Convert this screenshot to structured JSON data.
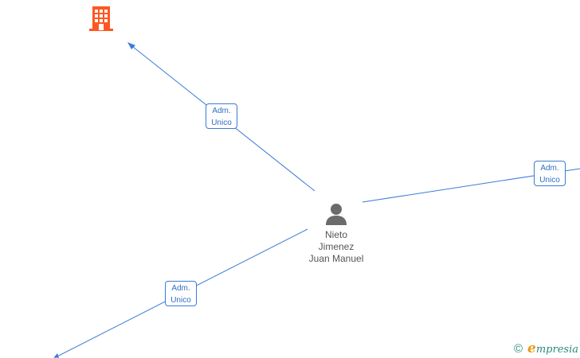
{
  "graph": {
    "center_person": {
      "name_lines": [
        "Nieto",
        "Jimenez",
        "Juan Manuel"
      ],
      "icon": "person-icon"
    },
    "company_node": {
      "icon": "building-icon",
      "color": "#ff5722"
    },
    "edges": [
      {
        "role_line1": "Adm.",
        "role_line2": "Unico"
      },
      {
        "role_line1": "Adm.",
        "role_line2": "Unico"
      },
      {
        "role_line1": "Adm.",
        "role_line2": "Unico"
      }
    ],
    "edge_color": "#3a7bd5"
  },
  "branding": {
    "copyright_symbol": "©",
    "name_initial": "e",
    "name_rest": "mpresia"
  }
}
